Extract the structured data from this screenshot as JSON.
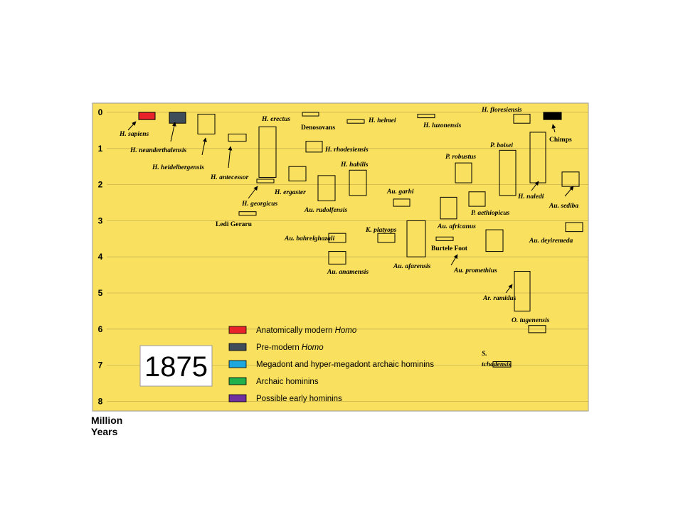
{
  "chart_data": {
    "type": "range",
    "yunit": [
      "Million",
      "Years"
    ],
    "ylim": [
      0,
      8
    ],
    "yticks": [
      "0",
      "1",
      "2",
      "3",
      "4",
      "5",
      "6",
      "7",
      "8"
    ],
    "grid": true,
    "year": "1875",
    "taxa": [
      {
        "label": "H. sapiens",
        "start": 0.0,
        "end": 0.2,
        "fill": "#e8232a",
        "italic": true
      },
      {
        "label": "H. neanderthalensis",
        "start": 0.0,
        "end": 0.3,
        "fill": "#3f4d5a",
        "italic": true
      },
      {
        "label": "H. heidelbergensis",
        "start": 0.05,
        "end": 0.6,
        "italic": true
      },
      {
        "label": "H. antecessor",
        "start": 0.6,
        "end": 0.8,
        "italic": true
      },
      {
        "label": "H. erectus",
        "start": 0.4,
        "end": 1.8,
        "italic": true
      },
      {
        "label": "H. georgicus",
        "start": 1.85,
        "end": 1.95,
        "italic": true
      },
      {
        "label": "Ledi Geraru",
        "start": 2.75,
        "end": 2.85,
        "italic": false
      },
      {
        "label": "Denosovans",
        "start": 0.0,
        "end": 0.1,
        "italic": false
      },
      {
        "label": "H. ergaster",
        "start": 1.5,
        "end": 1.9,
        "italic": true
      },
      {
        "label": "H. rhodesiensis",
        "start": 0.8,
        "end": 1.1,
        "italic": true
      },
      {
        "label": "Au. rudolfensis",
        "start": 1.75,
        "end": 2.45,
        "italic": true
      },
      {
        "label": "H. helmei",
        "start": 0.2,
        "end": 0.3,
        "italic": true
      },
      {
        "label": "H. habilis",
        "start": 1.6,
        "end": 2.3,
        "italic": true
      },
      {
        "label": "H. luzonensis",
        "start": 0.05,
        "end": 0.15,
        "italic": true
      },
      {
        "label": "Au. garhi",
        "start": 2.4,
        "end": 2.6,
        "italic": true
      },
      {
        "label": "Au. bahrelghazali",
        "start": 3.35,
        "end": 3.6,
        "italic": true
      },
      {
        "label": "K. platyops",
        "start": 3.35,
        "end": 3.6,
        "italic": true
      },
      {
        "label": "Au. anamensis",
        "start": 3.85,
        "end": 4.2,
        "italic": true
      },
      {
        "label": "Au. afarensis",
        "start": 3.0,
        "end": 4.0,
        "italic": true
      },
      {
        "label": "Burtele Foot",
        "start": 3.45,
        "end": 3.55,
        "italic": false
      },
      {
        "label": "P. robustus",
        "start": 1.4,
        "end": 1.95,
        "italic": true
      },
      {
        "label": "Au. africanus",
        "start": 2.35,
        "end": 2.95,
        "italic": true
      },
      {
        "label": "P. aethiopicus",
        "start": 2.2,
        "end": 2.6,
        "italic": true
      },
      {
        "label": "P. boisei",
        "start": 1.05,
        "end": 2.3,
        "italic": true
      },
      {
        "label": "Au. promethius",
        "start": 3.25,
        "end": 3.85,
        "italic": true
      },
      {
        "label": "H. naledi",
        "start": 0.55,
        "end": 1.95,
        "italic": true
      },
      {
        "label": "Ar. ramidus",
        "start": 4.4,
        "end": 5.5,
        "italic": true
      },
      {
        "label": "O. tugenensis",
        "start": 5.9,
        "end": 6.1,
        "italic": true
      },
      {
        "label": "S. tchadensis",
        "start": 6.9,
        "end": 7.05,
        "italic": true
      },
      {
        "label": "H. floresiensis",
        "start": 0.05,
        "end": 0.3,
        "italic": true
      },
      {
        "label": "Chimps",
        "start": 0.0,
        "end": 0.2,
        "fill": "#000000",
        "italic": false
      },
      {
        "label": "Au. sediba",
        "start": 1.65,
        "end": 2.05,
        "italic": true
      },
      {
        "label": "Au. deyiremeda",
        "start": 3.05,
        "end": 3.3,
        "italic": true
      }
    ],
    "legend": [
      {
        "label": "Anatomically modern ",
        "italic_suffix": "Homo",
        "color": "#e8232a"
      },
      {
        "label": "Pre-modern ",
        "italic_suffix": "Homo",
        "color": "#3f4d5a"
      },
      {
        "label": "Megadont and hyper-megadont archaic hominins",
        "italic_suffix": "",
        "color": "#1ea6de"
      },
      {
        "label": "Archaic hominins",
        "italic_suffix": "",
        "color": "#22b04c"
      },
      {
        "label": "Possible early hominins",
        "italic_suffix": "",
        "color": "#7030a0"
      }
    ],
    "colors": {
      "background": "#f9e05f",
      "border": "#999999",
      "grid": "#c9b34f"
    }
  }
}
